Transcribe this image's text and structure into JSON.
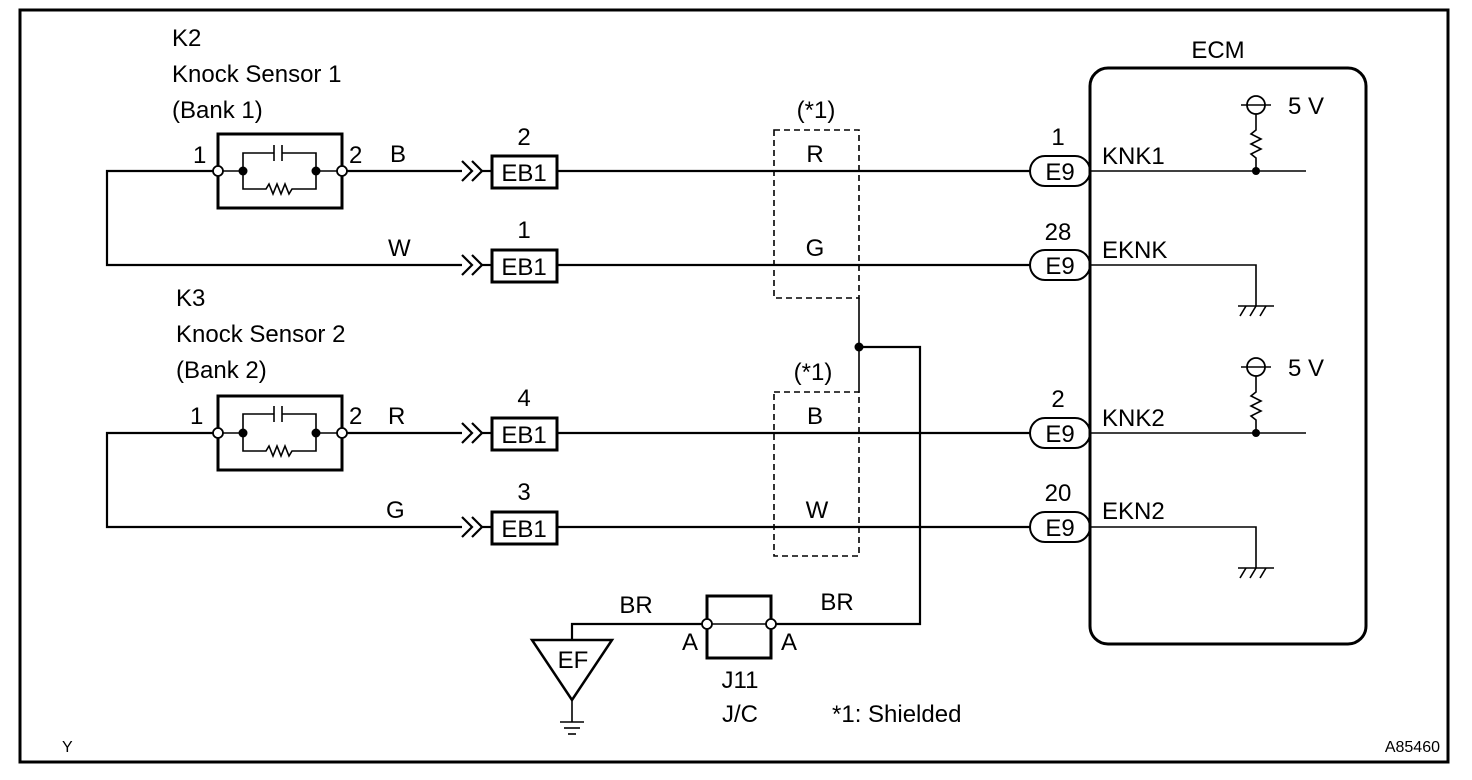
{
  "sensor1": {
    "id": "K2",
    "name": "Knock Sensor 1",
    "bank": "(Bank 1)",
    "pin_left": "1",
    "pin_right": "2"
  },
  "sensor2": {
    "id": "K3",
    "name": "Knock Sensor 2",
    "bank": "(Bank 2)",
    "pin_left": "1",
    "pin_right": "2"
  },
  "ecm": {
    "title": "ECM",
    "voltage": "5 V",
    "pins": [
      {
        "num": "1",
        "connector": "E9",
        "signal": "KNK1"
      },
      {
        "num": "28",
        "connector": "E9",
        "signal": "EKNK"
      },
      {
        "num": "2",
        "connector": "E9",
        "signal": "KNK2"
      },
      {
        "num": "20",
        "connector": "E9",
        "signal": "EKN2"
      }
    ]
  },
  "eb1": [
    {
      "num": "2",
      "label": "EB1",
      "wire_in": "B",
      "wire_out": "R"
    },
    {
      "num": "1",
      "label": "EB1",
      "wire_in": "W",
      "wire_out": "G"
    },
    {
      "num": "4",
      "label": "EB1",
      "wire_in": "R",
      "wire_out": "B"
    },
    {
      "num": "3",
      "label": "EB1",
      "wire_in": "G",
      "wire_out": "W"
    }
  ],
  "shield_label": "(*1)",
  "junction": {
    "id": "J11",
    "type": "J/C",
    "pin_left": "A",
    "pin_right": "A",
    "wire_left": "BR",
    "wire_right": "BR"
  },
  "ground": {
    "label": "EF"
  },
  "footnote": "*1: Shielded",
  "corner_left": "Y",
  "corner_right": "A85460"
}
